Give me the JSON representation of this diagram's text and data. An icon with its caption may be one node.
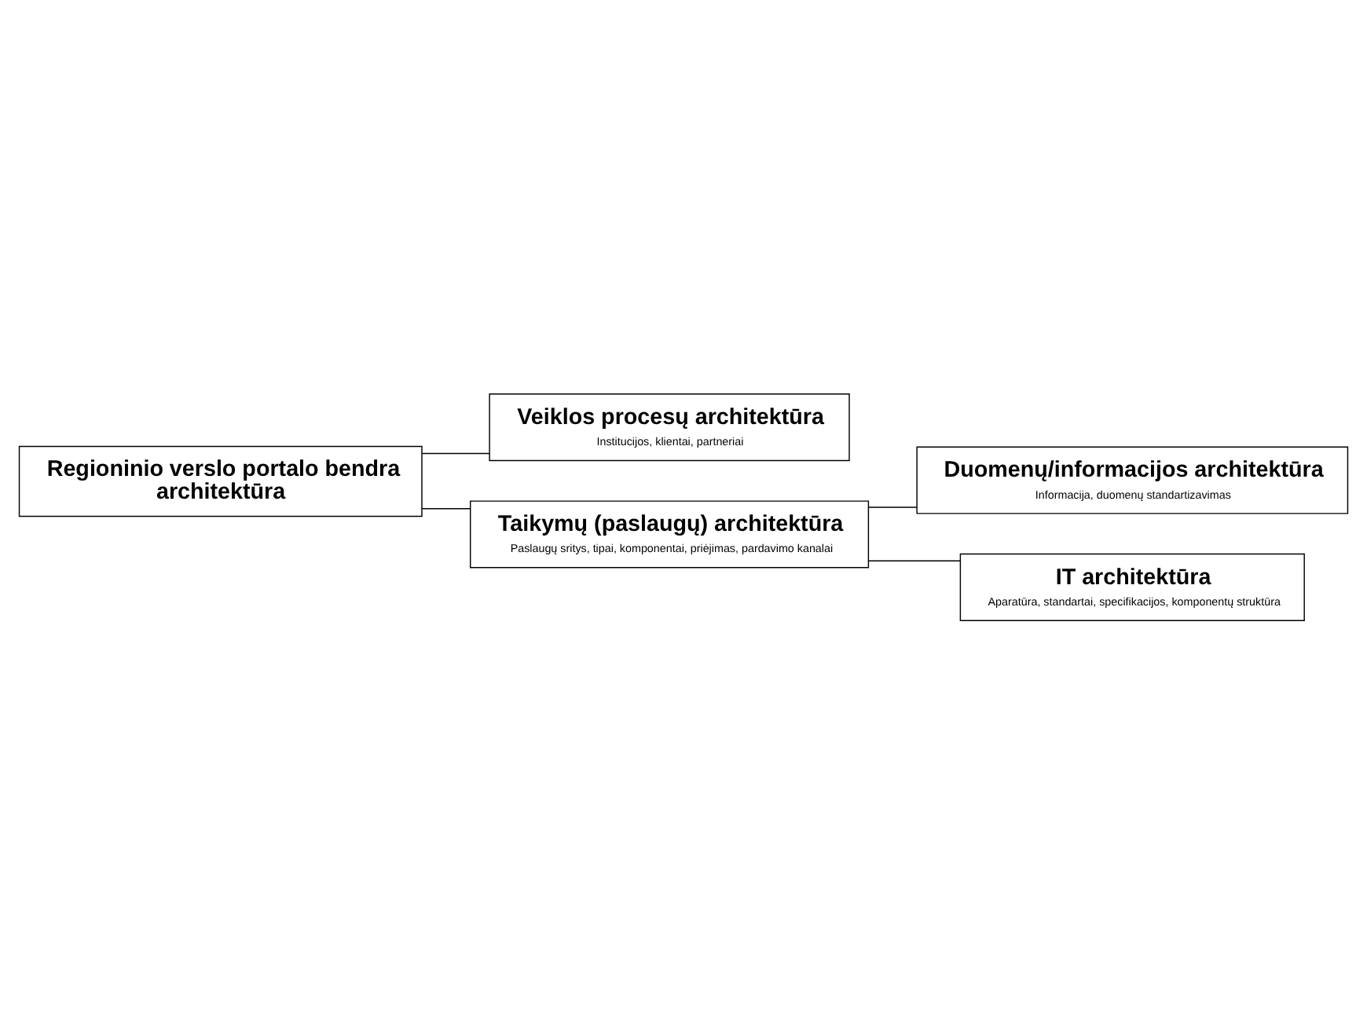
{
  "diagram": {
    "nodes": [
      {
        "text": [
          "Regioninio verslo portalo bendra architektūra"
        ]
      },
      {
        "text": [
          "Veiklos procesų architektūra",
          "Institucijos, klientai, partneriai"
        ]
      },
      {
        "text": [
          "Taikymų (paslaugų) architektūra",
          "Paslaugų sritys, tipai, komponentai, priėjimas, pardavimo kanalai"
        ]
      },
      {
        "text": [
          "Duomenų/informacijos architektūra",
          "Informacija, duomenų standartizavimas"
        ]
      },
      {
        "text": [
          "IT architektūra",
          "Aparatūra, standartai, specifikacijos, komponentų struktūra"
        ]
      }
    ],
    "edges": [
      {
        "from": 0,
        "to": 1,
        "arrow": "none"
      },
      {
        "from": 0,
        "to": 2,
        "arrow": "none"
      },
      {
        "from": 2,
        "to": 3,
        "arrow": "none"
      },
      {
        "from": 2,
        "to": 4,
        "arrow": "none"
      }
    ]
  }
}
